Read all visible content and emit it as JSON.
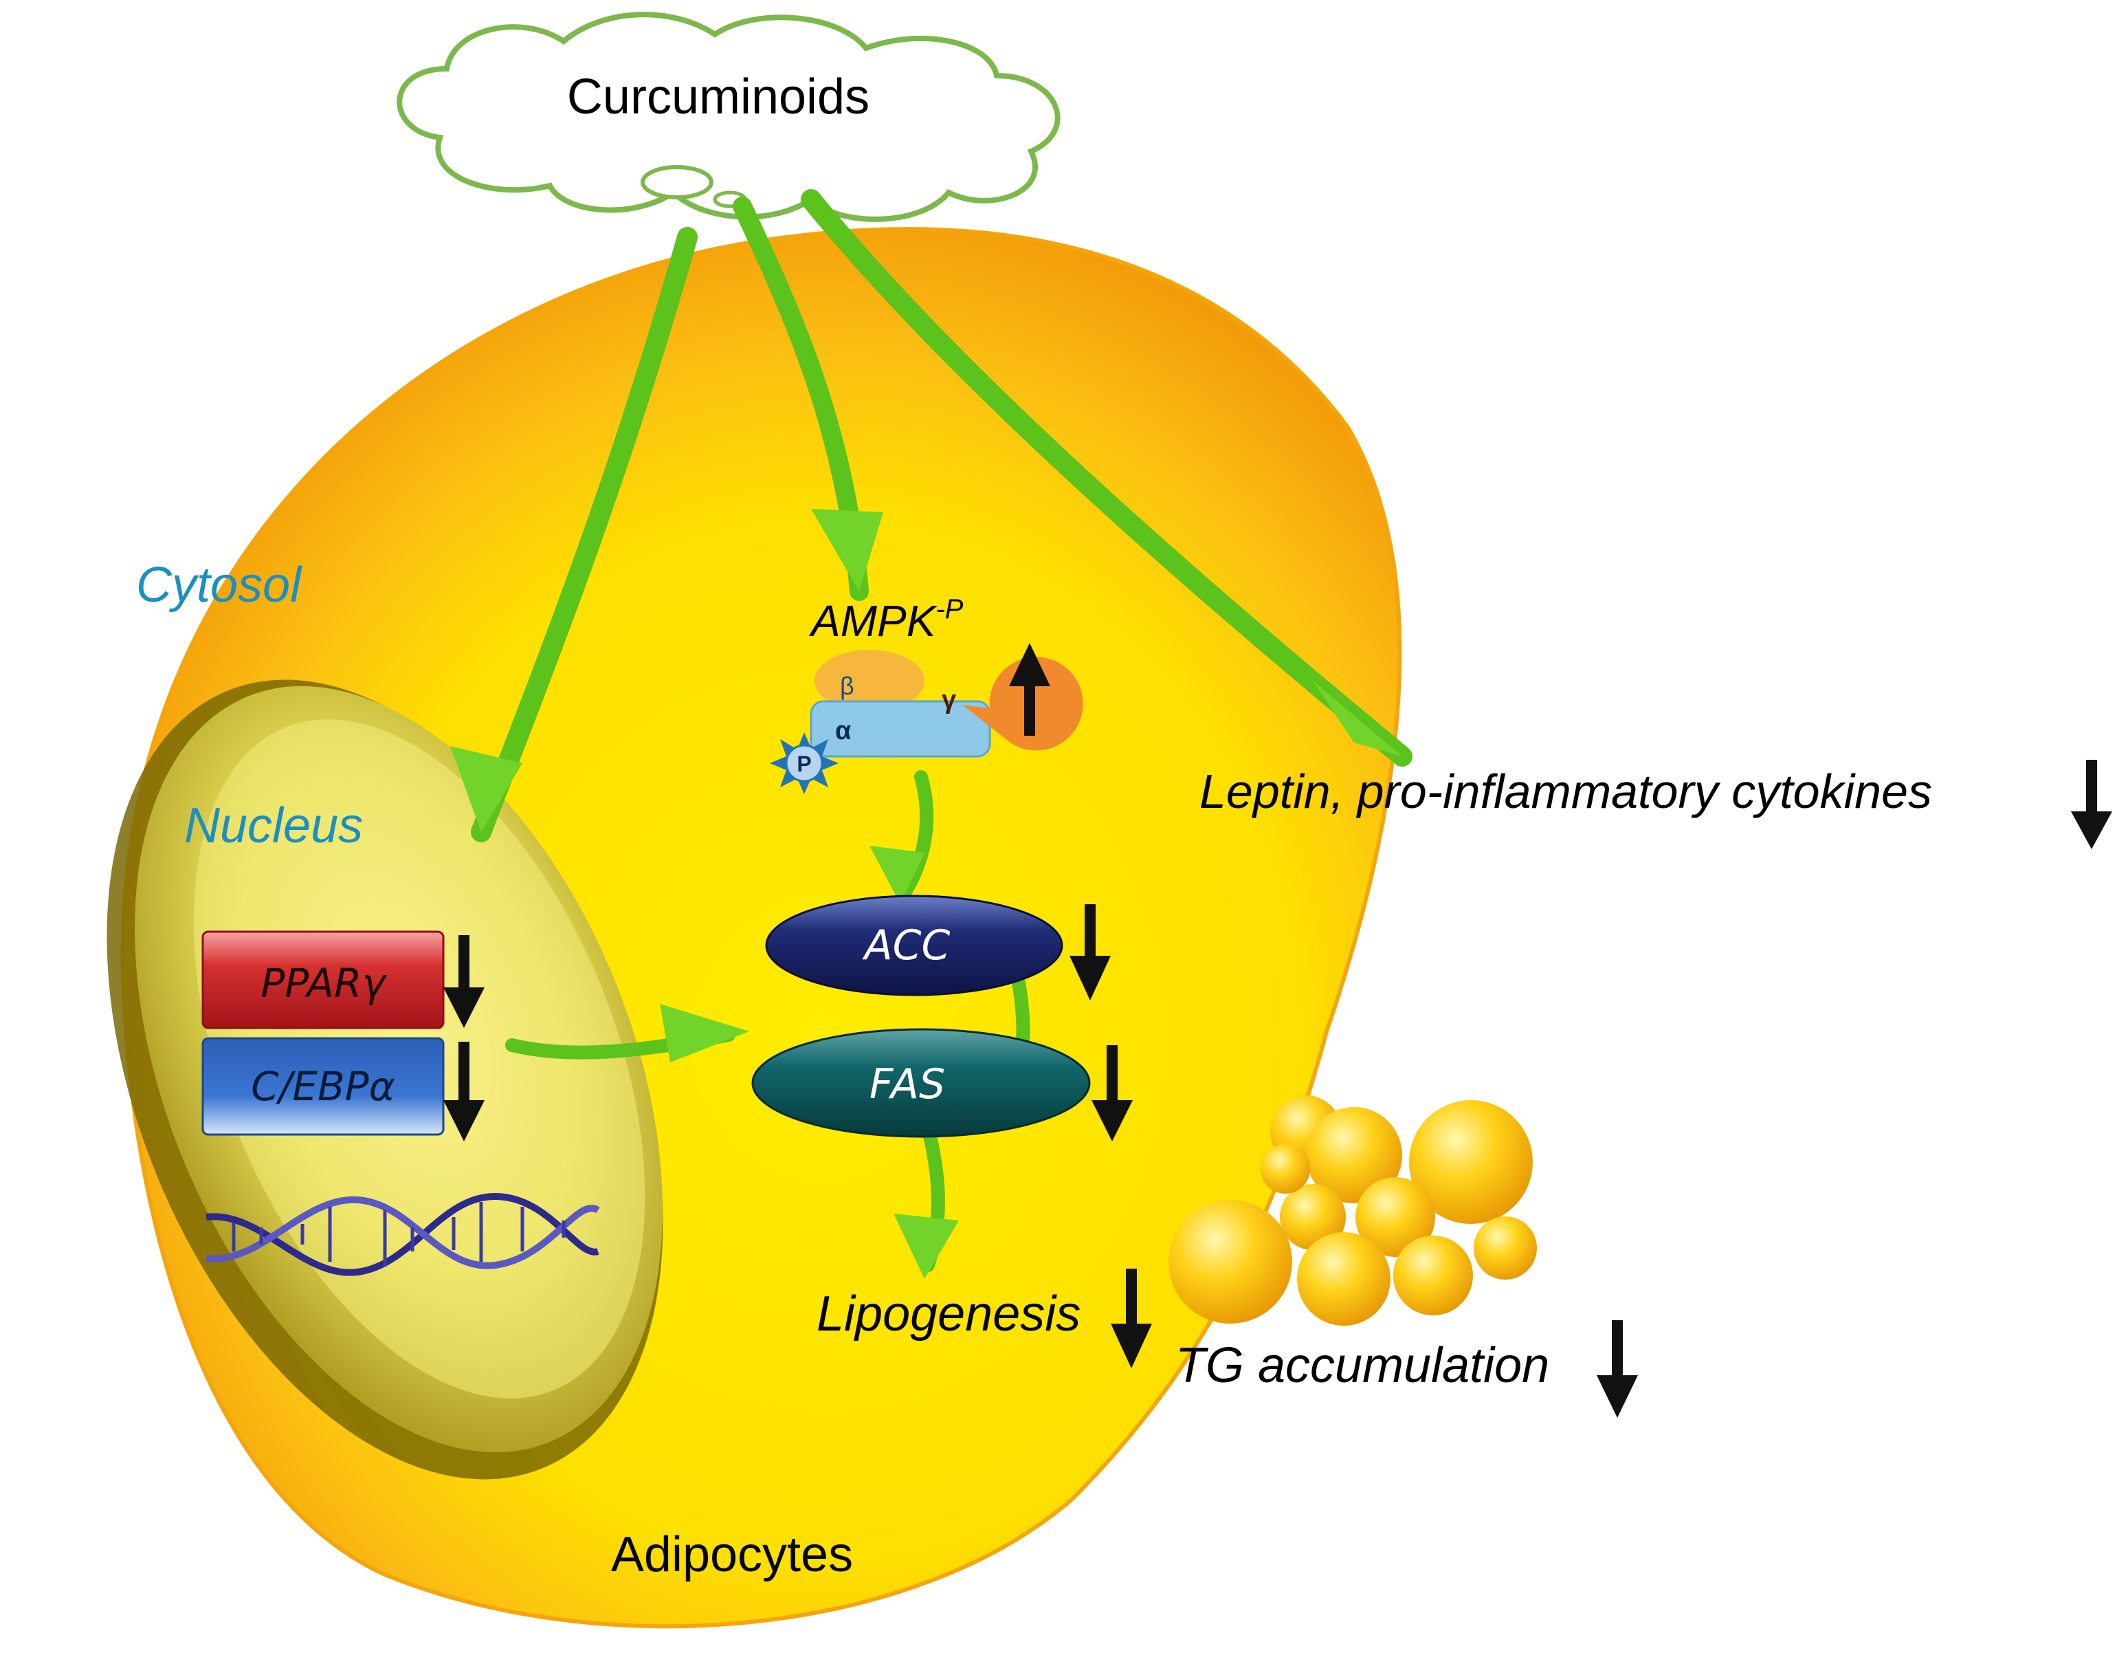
{
  "source": "Curcuminoids",
  "cell": "Adipocytes",
  "compartments": {
    "cytosol": "Cytosol",
    "nucleus": "Nucleus"
  },
  "ampk": {
    "base": "AMPK",
    "superscript": "-P",
    "subunits": {
      "beta": "β",
      "alpha": "α",
      "gamma": "γ",
      "phospho": "P"
    }
  },
  "transcription_factors": [
    {
      "label": "PPARγ",
      "color": "#c1272d"
    },
    {
      "label": "C/EBPα",
      "color": "#2a5bb0"
    }
  ],
  "enzymes": [
    {
      "label": "ACC",
      "color": "#16205a"
    },
    {
      "label": "FAS",
      "color": "#0c4f52"
    }
  ],
  "outcomes": {
    "lipogenesis": "Lipogenesis",
    "tg": "TG accumulation",
    "cytokines": "Leptin, pro-inflammatory cytokines"
  },
  "colors": {
    "cell_outer": "#f5a50c",
    "cell_inner": "#ffe500",
    "nucleus": "#b5a410",
    "arrow_green": "#5cc21c",
    "label_blue": "#1c8fc1"
  }
}
